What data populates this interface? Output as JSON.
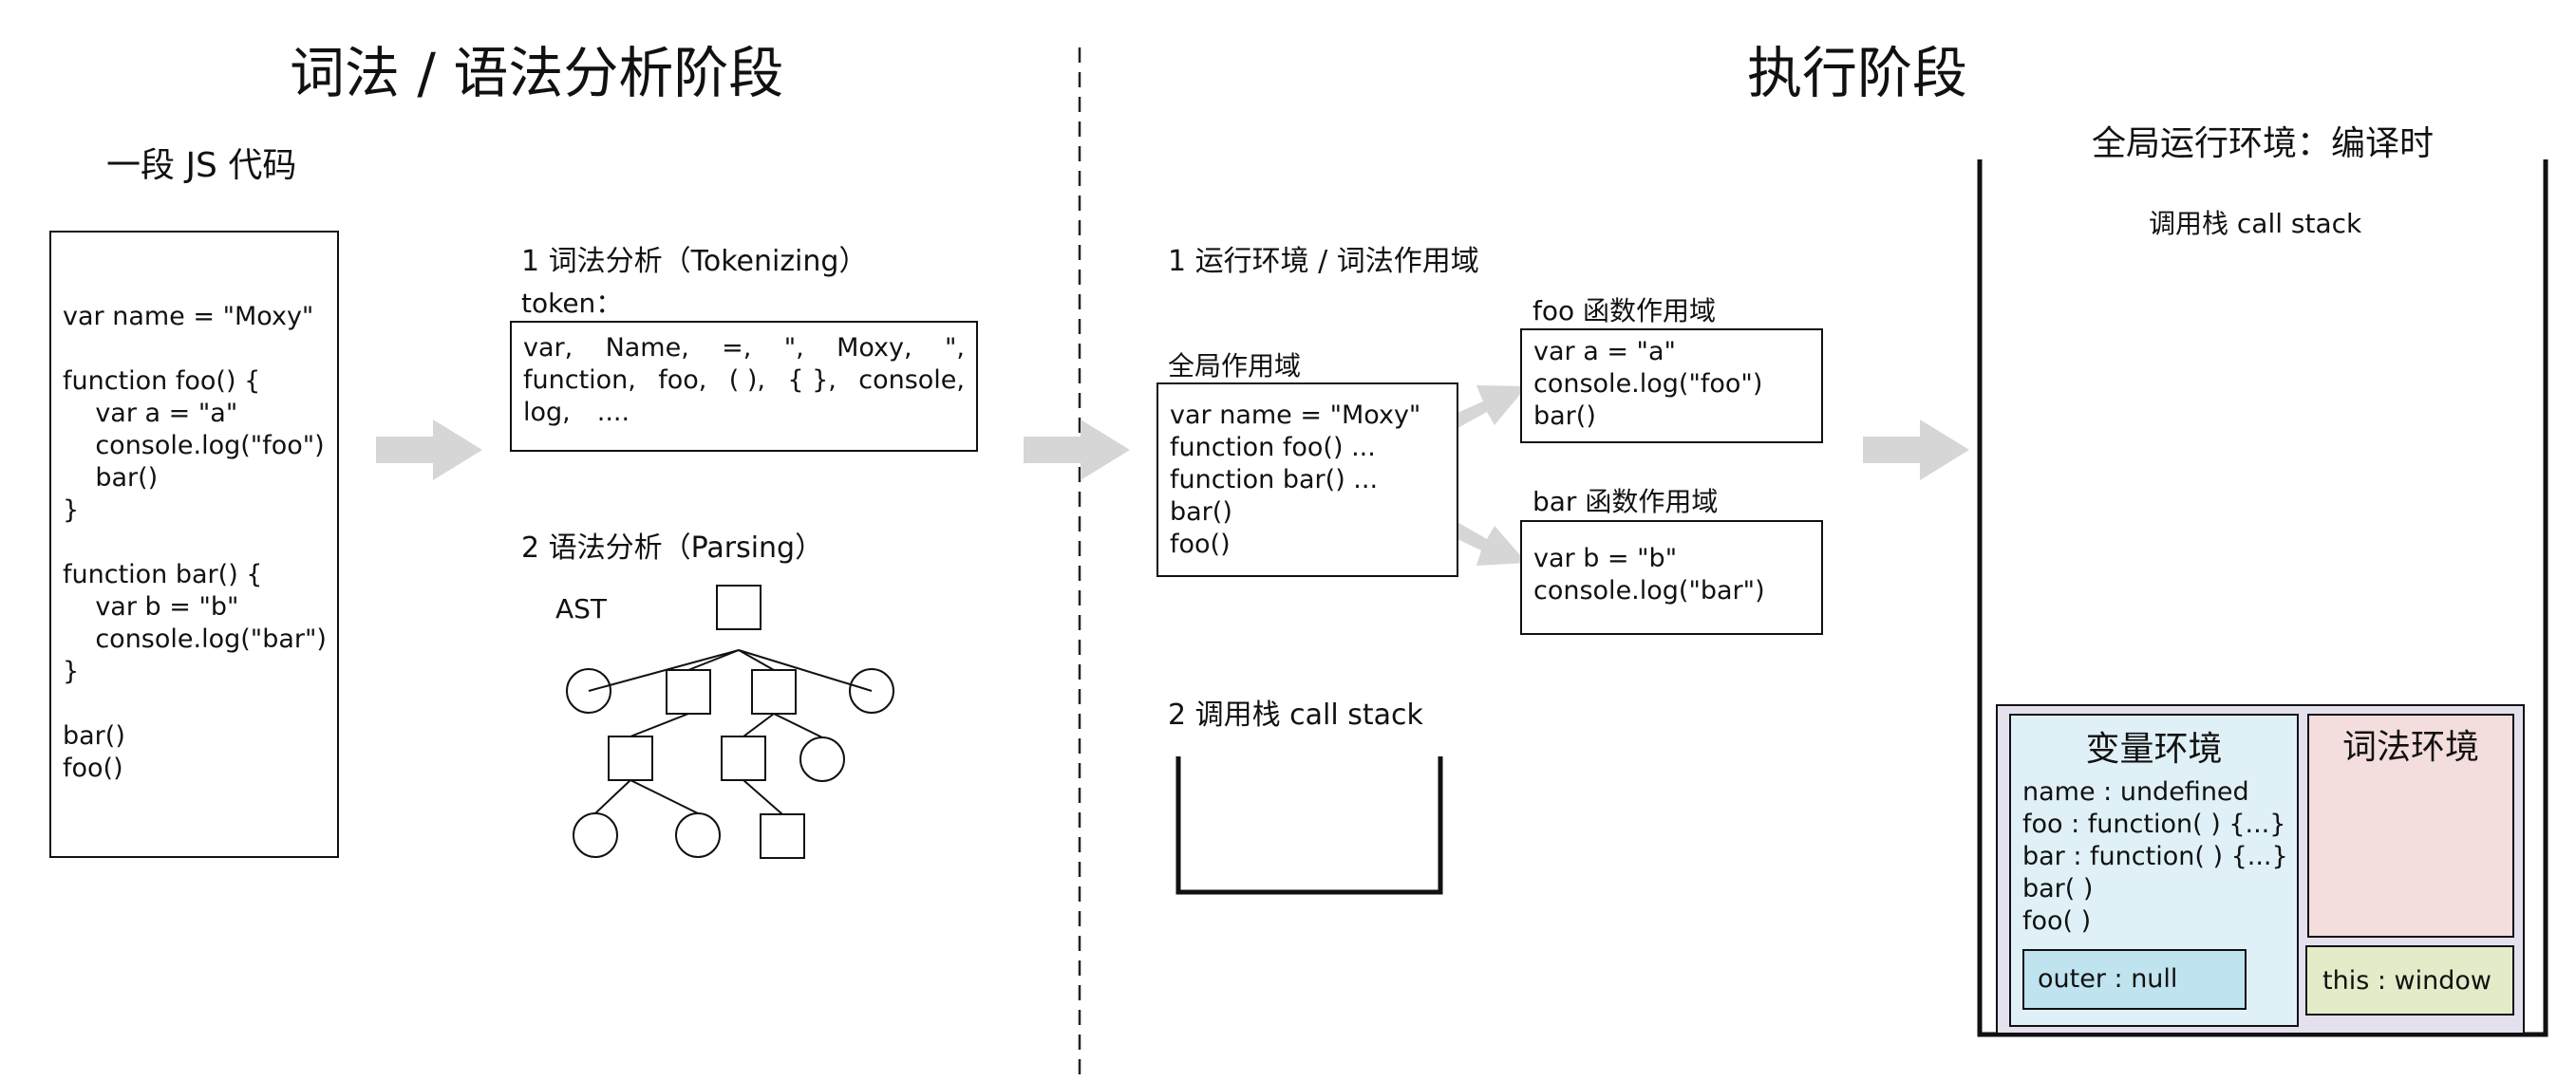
{
  "titles": {
    "lexical": "词法 / 语法分析阶段",
    "execution": "执行阶段"
  },
  "js_code": {
    "heading": "一段 JS 代码",
    "lines": [
      "var name = \"Moxy\"",
      "",
      "function foo() {",
      "    var a = \"a\"",
      "    console.log(\"foo\")",
      "    bar()",
      "}",
      "",
      "function bar() {",
      "    var b = \"b\"",
      "    console.log(\"bar\")",
      "}",
      "",
      "bar()",
      "foo()"
    ]
  },
  "tokenizing": {
    "heading": "1 词法分析（Tokenizing）",
    "token_label": "token：",
    "rows": [
      [
        "var,",
        "Name,",
        "=,",
        "\",",
        "Moxy,",
        "\","
      ],
      [
        "function,",
        "foo,",
        "( ),",
        "{ },",
        "console,"
      ],
      [
        "log,",
        "...."
      ]
    ]
  },
  "parsing": {
    "heading": "2 语法分析（Parsing）",
    "ast_label": "AST"
  },
  "runtime": {
    "heading": "1 运行环境 / 词法作用域",
    "global_scope": {
      "label": "全局作用域",
      "lines": [
        "var name = \"Moxy\"",
        "function foo() ...",
        "function bar() ...",
        "bar()",
        "foo()"
      ]
    },
    "foo_scope": {
      "label": "foo 函数作用域",
      "lines": [
        "var a = \"a\"",
        "console.log(\"foo\")",
        "bar()"
      ]
    },
    "bar_scope": {
      "label": "bar 函数作用域",
      "lines": [
        "var b = \"b\"",
        "console.log(\"bar\")"
      ]
    },
    "call_stack_heading": "2 调用栈 call stack"
  },
  "global_env": {
    "heading": "全局运行环境：编译时",
    "stack_label": "调用栈 call stack",
    "variable_env": {
      "title": "变量环境",
      "lines": [
        "name : undefined",
        "foo : function( ) {...}",
        "bar : function( ) {...}",
        "bar( )",
        "foo( )"
      ],
      "outer": "outer : null"
    },
    "lexical_env": {
      "title": "词法环境"
    },
    "this_binding": "this : window"
  },
  "colors": {
    "arrow": "#d6d6d6",
    "env_container": "#e4e0ee",
    "variable_env": "#dff0f6",
    "outer_box": "#bfe3ef",
    "lexical_env": "#f4dddd",
    "this_box": "#e2ecc8"
  }
}
